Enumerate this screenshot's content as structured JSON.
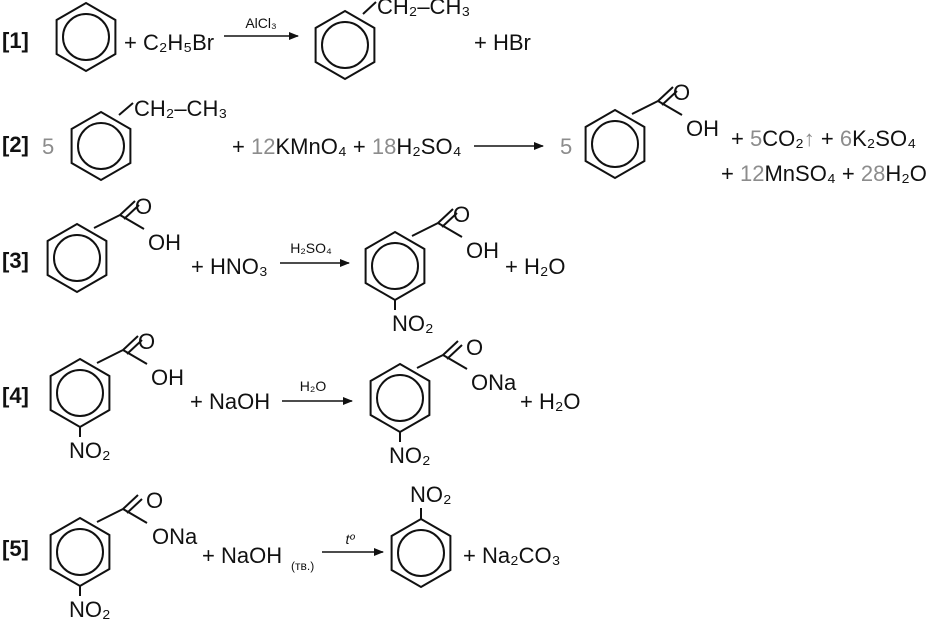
{
  "reactions": [
    {
      "label": "[1]",
      "reactant2": "+ C₂H₅Br",
      "condition": "AlCl₃",
      "product_group": "CH₂–CH₃",
      "byproduct": "+ HBr"
    },
    {
      "label": "[2]",
      "coef_reactant": "5",
      "reactant_group": "CH₂–CH₃",
      "reagent_line": "+ 12KMnO₄ + 18H₂SO₄",
      "reagent_parts": [
        {
          "text": "+ ",
          "kind": "t"
        },
        {
          "text": "12",
          "kind": "coef"
        },
        {
          "text": "KMnO₄ + ",
          "kind": "t"
        },
        {
          "text": "18",
          "kind": "coef"
        },
        {
          "text": "H₂SO₄",
          "kind": "t"
        }
      ],
      "coef_product": "5",
      "acid_o": "O",
      "acid_oh": "OH",
      "products_line1": "+ 5CO₂↑ + 6K₂SO₄",
      "products_line2": "+ 12MnSO₄ + 28H₂O",
      "products_parts1": [
        {
          "text": "+ ",
          "kind": "t"
        },
        {
          "text": "5",
          "kind": "coef"
        },
        {
          "text": "CO₂",
          "kind": "t"
        },
        {
          "text": "↑",
          "kind": "coef"
        },
        {
          "text": " + ",
          "kind": "t"
        },
        {
          "text": "6",
          "kind": "coef"
        },
        {
          "text": "K₂SO₄",
          "kind": "t"
        }
      ],
      "products_parts2": [
        {
          "text": "+ ",
          "kind": "t"
        },
        {
          "text": "12",
          "kind": "coef"
        },
        {
          "text": "MnSO₄ + ",
          "kind": "t"
        },
        {
          "text": "28",
          "kind": "coef"
        },
        {
          "text": "H₂O",
          "kind": "t"
        }
      ]
    },
    {
      "label": "[3]",
      "acid_o": "O",
      "acid_oh": "OH",
      "reactant2": "+ HNO₃",
      "condition": "H₂SO₄",
      "product_o": "O",
      "product_oh": "OH",
      "product_no2": "NO₂",
      "byproduct": "+ H₂O"
    },
    {
      "label": "[4]",
      "acid_o": "O",
      "acid_oh": "OH",
      "reactant_no2": "NO₂",
      "reactant2": "+ NaOH",
      "condition": "H₂O",
      "product_o": "O",
      "product_ona": "ONa",
      "product_no2": "NO₂",
      "byproduct": "+ H₂O"
    },
    {
      "label": "[5]",
      "salt_o": "O",
      "salt_ona": "ONa",
      "reactant_no2": "NO₂",
      "reactant2": "+ NaOH",
      "reactant2_state": "(тв.)",
      "condition": "tº",
      "product_no2": "NO₂",
      "byproduct": "+ Na₂CO₃"
    }
  ]
}
